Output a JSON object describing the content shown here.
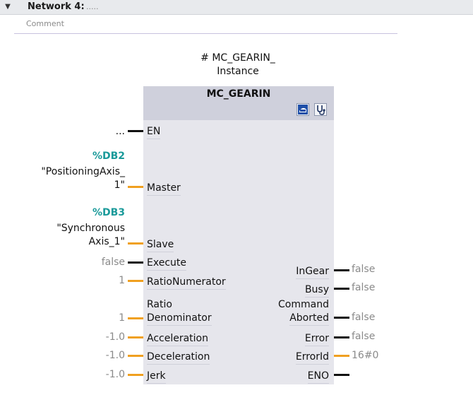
{
  "network": {
    "title": "Network 4:",
    "title_suffix": ".....",
    "toggle_icon": "collapse-triangle-icon",
    "comment_placeholder": "Comment"
  },
  "instance": {
    "line1": "# MC_GEARIN_",
    "line2": "Instance"
  },
  "block": {
    "title": "MC_GEARIN",
    "tools": [
      "block-icon",
      "diagnostics-stethoscope-icon"
    ]
  },
  "inputs": {
    "en": {
      "pin": "EN",
      "value": "..."
    },
    "master": {
      "pin": "Master",
      "db": "%DB2",
      "tag_line1": "\"PositioningAxis_",
      "tag_line2": "1\""
    },
    "slave": {
      "pin": "Slave",
      "db": "%DB3",
      "tag_line1": "\"Synchronous",
      "tag_line2": "Axis_1\""
    },
    "execute": {
      "pin": "Execute",
      "value": "false"
    },
    "ratio_numerator": {
      "pin": "RatioNumerator",
      "value": "1"
    },
    "ratio_denominator": {
      "pin_line1": "Ratio",
      "pin_line2": "Denominator",
      "value": "1"
    },
    "acceleration": {
      "pin": "Acceleration",
      "value": "-1.0"
    },
    "deceleration": {
      "pin": "Deceleration",
      "value": "-1.0"
    },
    "jerk": {
      "pin": "Jerk",
      "value": "-1.0"
    }
  },
  "outputs": {
    "in_gear": {
      "pin": "InGear",
      "value": "false"
    },
    "busy": {
      "pin": "Busy",
      "value": "false"
    },
    "command_aborted": {
      "pin_line1": "Command",
      "pin_line2": "Aborted",
      "value": "false"
    },
    "error": {
      "pin": "Error",
      "value": "false"
    },
    "error_id": {
      "pin": "ErrorId",
      "value": "16#0"
    },
    "eno": {
      "pin": "ENO"
    }
  },
  "colors": {
    "bool_wire": "#111111",
    "numeric_wire": "#f0a020",
    "db_reference": "#1a9a9a",
    "constant_text": "#8a8a8a",
    "block_body": "#e6e6ec",
    "block_header": "#cfd0dc"
  }
}
